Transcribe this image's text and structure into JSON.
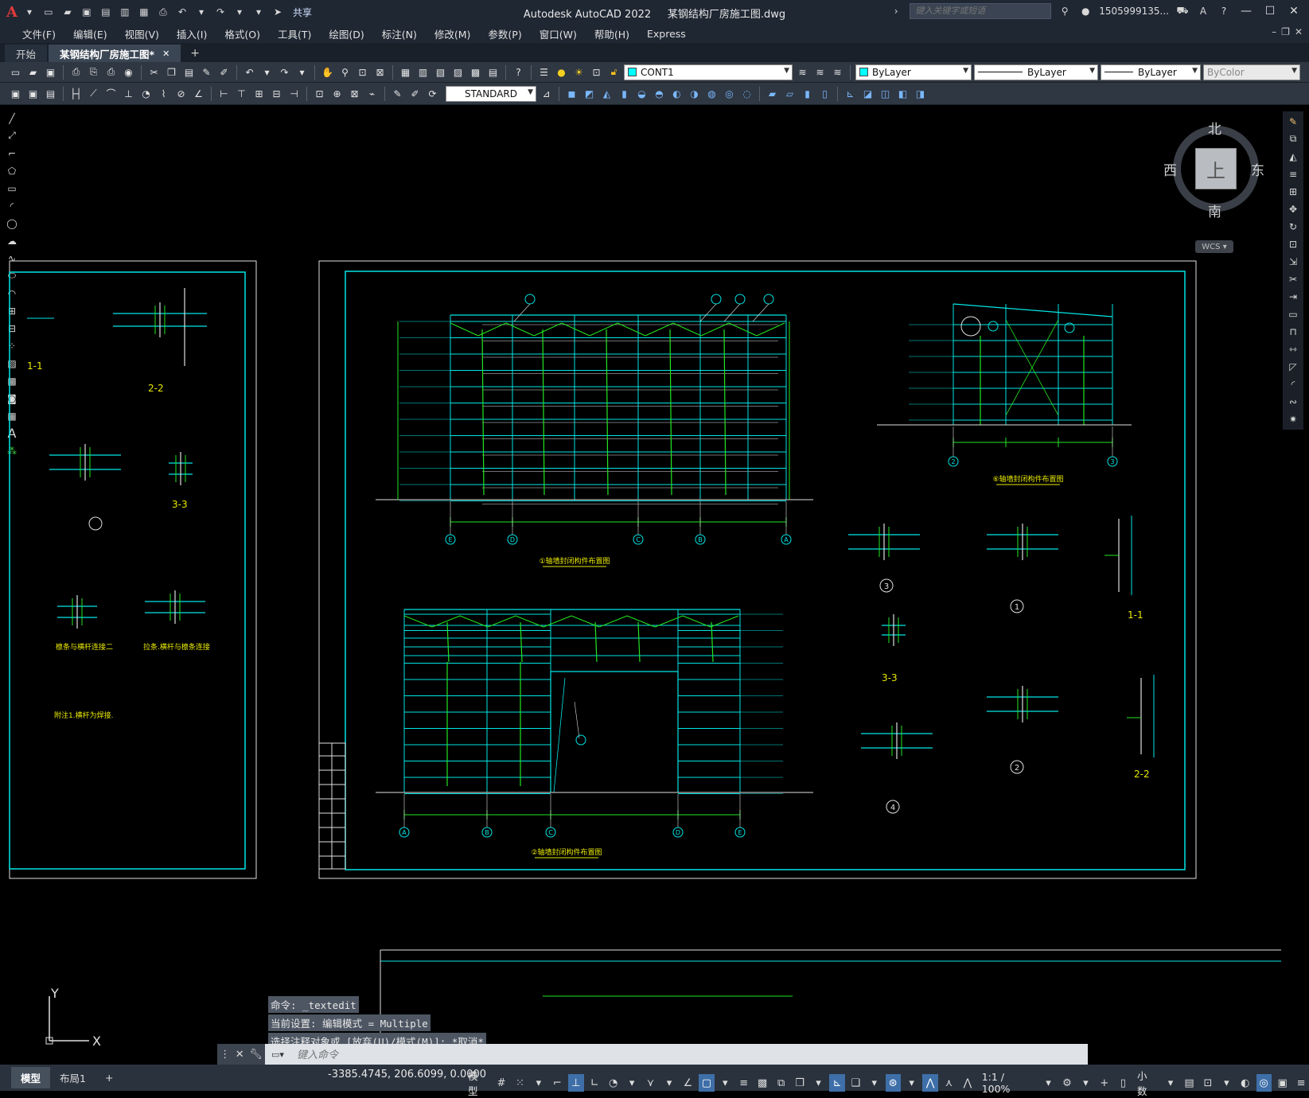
{
  "app": {
    "logo": "A",
    "title": "Autodesk AutoCAD 2022",
    "filename": "某钢结构厂房施工图.dwg",
    "share_label": "共享",
    "search_placeholder": "键入关键字或短语",
    "user": "1505999135...",
    "window_min": "—",
    "window_max": "☐",
    "window_close": "✕"
  },
  "menu": {
    "items": [
      "文件(F)",
      "编辑(E)",
      "视图(V)",
      "插入(I)",
      "格式(O)",
      "工具(T)",
      "绘图(D)",
      "标注(N)",
      "修改(M)",
      "参数(P)",
      "窗口(W)",
      "帮助(H)",
      "Express"
    ]
  },
  "tabs": {
    "start": "开始",
    "active": "某钢结构厂房施工图*",
    "close": "✕",
    "add": "+"
  },
  "toolbar": {
    "layer_name": "CONT1",
    "layer_color": "#00ffff",
    "color_value": "ByLayer",
    "linetype_value": "ByLayer",
    "lineweight_value": "ByLayer",
    "plotstyle_value": "ByColor",
    "text_style": "STANDARD"
  },
  "viewcube": {
    "north": "北",
    "south": "南",
    "east": "东",
    "west": "西",
    "top": "上",
    "wcs": "WCS"
  },
  "ucs": {
    "y_label": "Y",
    "x_label": "X"
  },
  "drawing": {
    "colors": {
      "cyan": "#00e5e5",
      "green": "#22e622",
      "white": "#e0e0e0",
      "yellow": "#e8e800"
    },
    "titles": {
      "elev_a": "①轴墙封闭构件布置图",
      "elev_b": "②轴墙封闭构件布置图",
      "elev_c": "⑥轴墙封闭构件布置图",
      "left_note": "附注1.横杆为焊接.",
      "left_11": "1-1",
      "left_22": "2-2",
      "left_33": "3-3",
      "left_lian1": "檩条与横杆连接二",
      "left_lian2": "拉条.横杆与檩条连接",
      "det_33a": "3-3",
      "det_11": "1-1",
      "det_22": "2-2"
    },
    "axis_labels_a": [
      "E",
      "D",
      "C",
      "B",
      "A"
    ],
    "axis_labels_b": [
      "A",
      "B",
      "C",
      "D",
      "E"
    ],
    "axis_labels_c": [
      "2",
      "3"
    ],
    "det_circles": [
      "1",
      "2",
      "3",
      "4"
    ]
  },
  "command": {
    "history": [
      "命令: _textedit",
      "当前设置: 编辑模式 = Multiple",
      "选择注释对象或 [放弃(U)/模式(M)]: *取消*"
    ],
    "placeholder": "键入命令"
  },
  "status": {
    "layout_tabs": [
      "模型",
      "布局1"
    ],
    "add_layout": "+",
    "coordinates": "-3385.4745, 206.6099, 0.0000",
    "model_label": "模型",
    "scale": "1:1 / 100%",
    "units": "小数"
  }
}
